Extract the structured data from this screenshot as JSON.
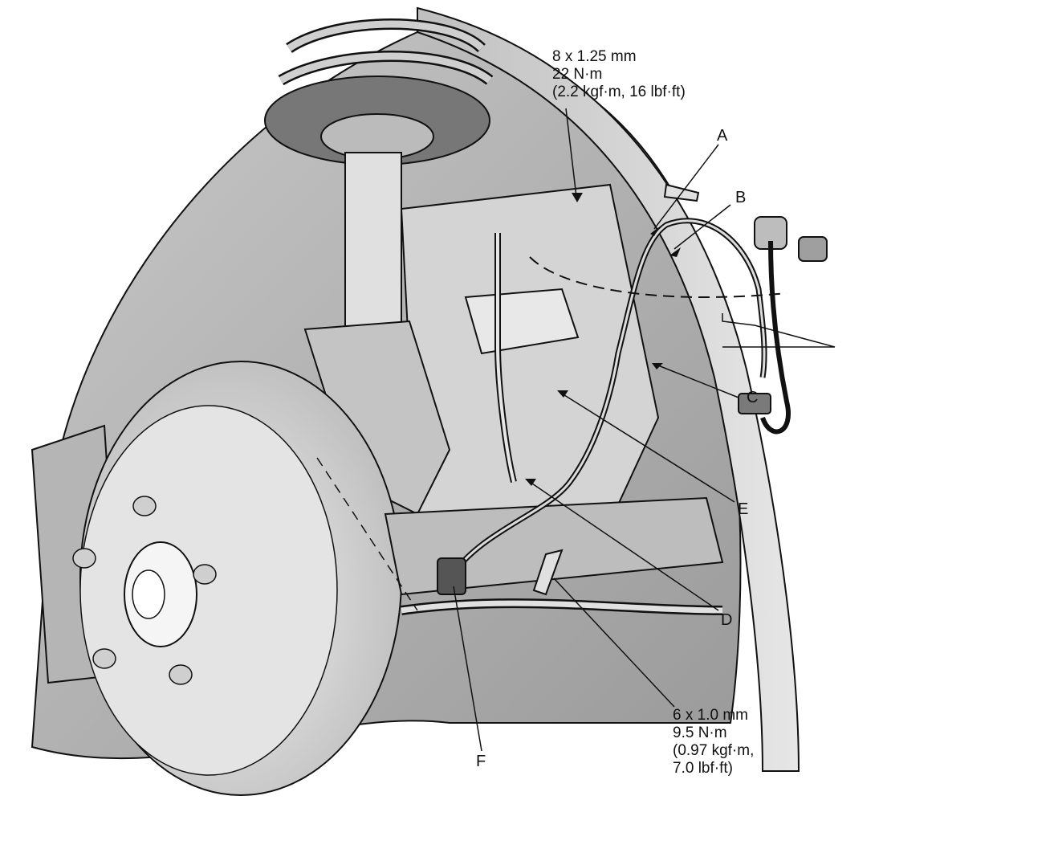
{
  "torque_specs": {
    "upper": {
      "lines": [
        "8 x 1.25 mm",
        "22 N·m",
        "(2.2 kgf·m, 16 lbf·ft)"
      ]
    },
    "lower": {
      "lines": [
        "6 x 1.0 mm",
        "9.5 N·m",
        "(0.97 kgf·m,",
        "7.0 lbf·ft)"
      ]
    }
  },
  "callouts": {
    "a": "A",
    "b": "B",
    "c": "C",
    "d": "D",
    "e": "E",
    "f": "F"
  },
  "colors": {
    "line": "#111111",
    "panel_light": "#d9d9d9",
    "panel_mid": "#b8b8b8",
    "panel_dark": "#8c8c8c",
    "background": "#ffffff"
  }
}
